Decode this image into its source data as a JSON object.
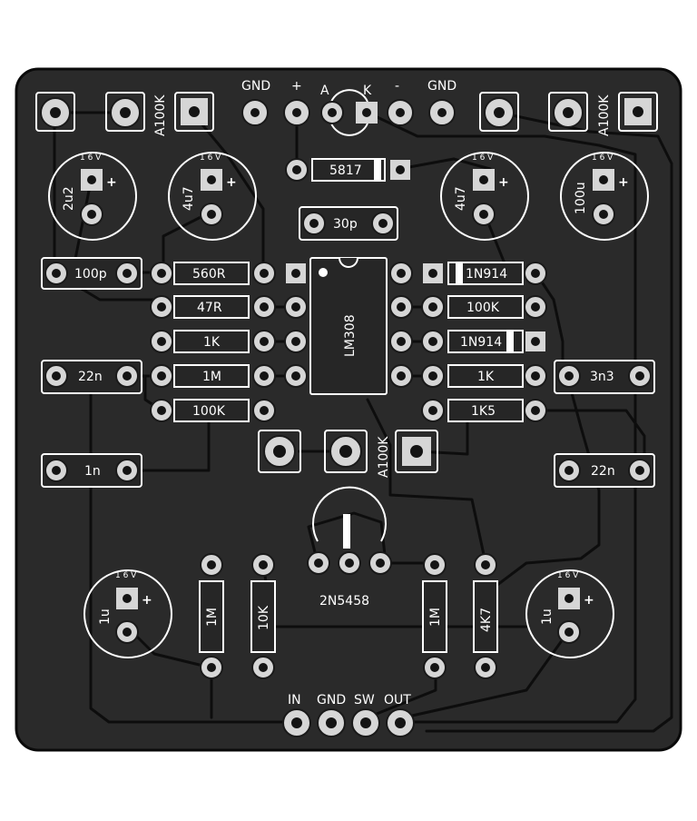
{
  "board": {
    "board_color": "#2a2a2a",
    "silk_color": "#ffffff",
    "pad_color": "#d6d6d6"
  },
  "headers": {
    "top": [
      "GND",
      "+",
      "A",
      "K",
      "-",
      "GND"
    ],
    "bottom": [
      "IN",
      "GND",
      "SW",
      "OUT"
    ]
  },
  "pots": {
    "left": "A100K",
    "right": "A100K",
    "center": "A100K"
  },
  "caps": {
    "c_2u2": "2u2",
    "c_4u7_l": "4u7",
    "c_4u7_r": "4u7",
    "c_100u": "100u",
    "c_1u_l": "1u",
    "c_1u_r": "1u",
    "cap_voltage": "1 6 V",
    "c_100p": "100p",
    "c_22n_l": "22n",
    "c_1n": "1n",
    "c_30p": "30p",
    "c_3n3": "3n3",
    "c_22n_r": "22n"
  },
  "resistors": {
    "r_560R": "560R",
    "r_47R": "47R",
    "r_1K_l": "1K",
    "r_1M_l": "1M",
    "r_100K_l": "100K",
    "r_100K_r": "100K",
    "r_1K_r": "1K",
    "r_1K5": "1K5",
    "r_1M_b": "1M",
    "r_10K": "10K",
    "r_1M_b2": "1M",
    "r_4K7": "4K7"
  },
  "diodes": {
    "d_5817": "5817",
    "d_1n914_a": "1N914",
    "d_1n914_b": "1N914"
  },
  "ics": {
    "opamp": "LM308",
    "jfet": "2N5458"
  }
}
